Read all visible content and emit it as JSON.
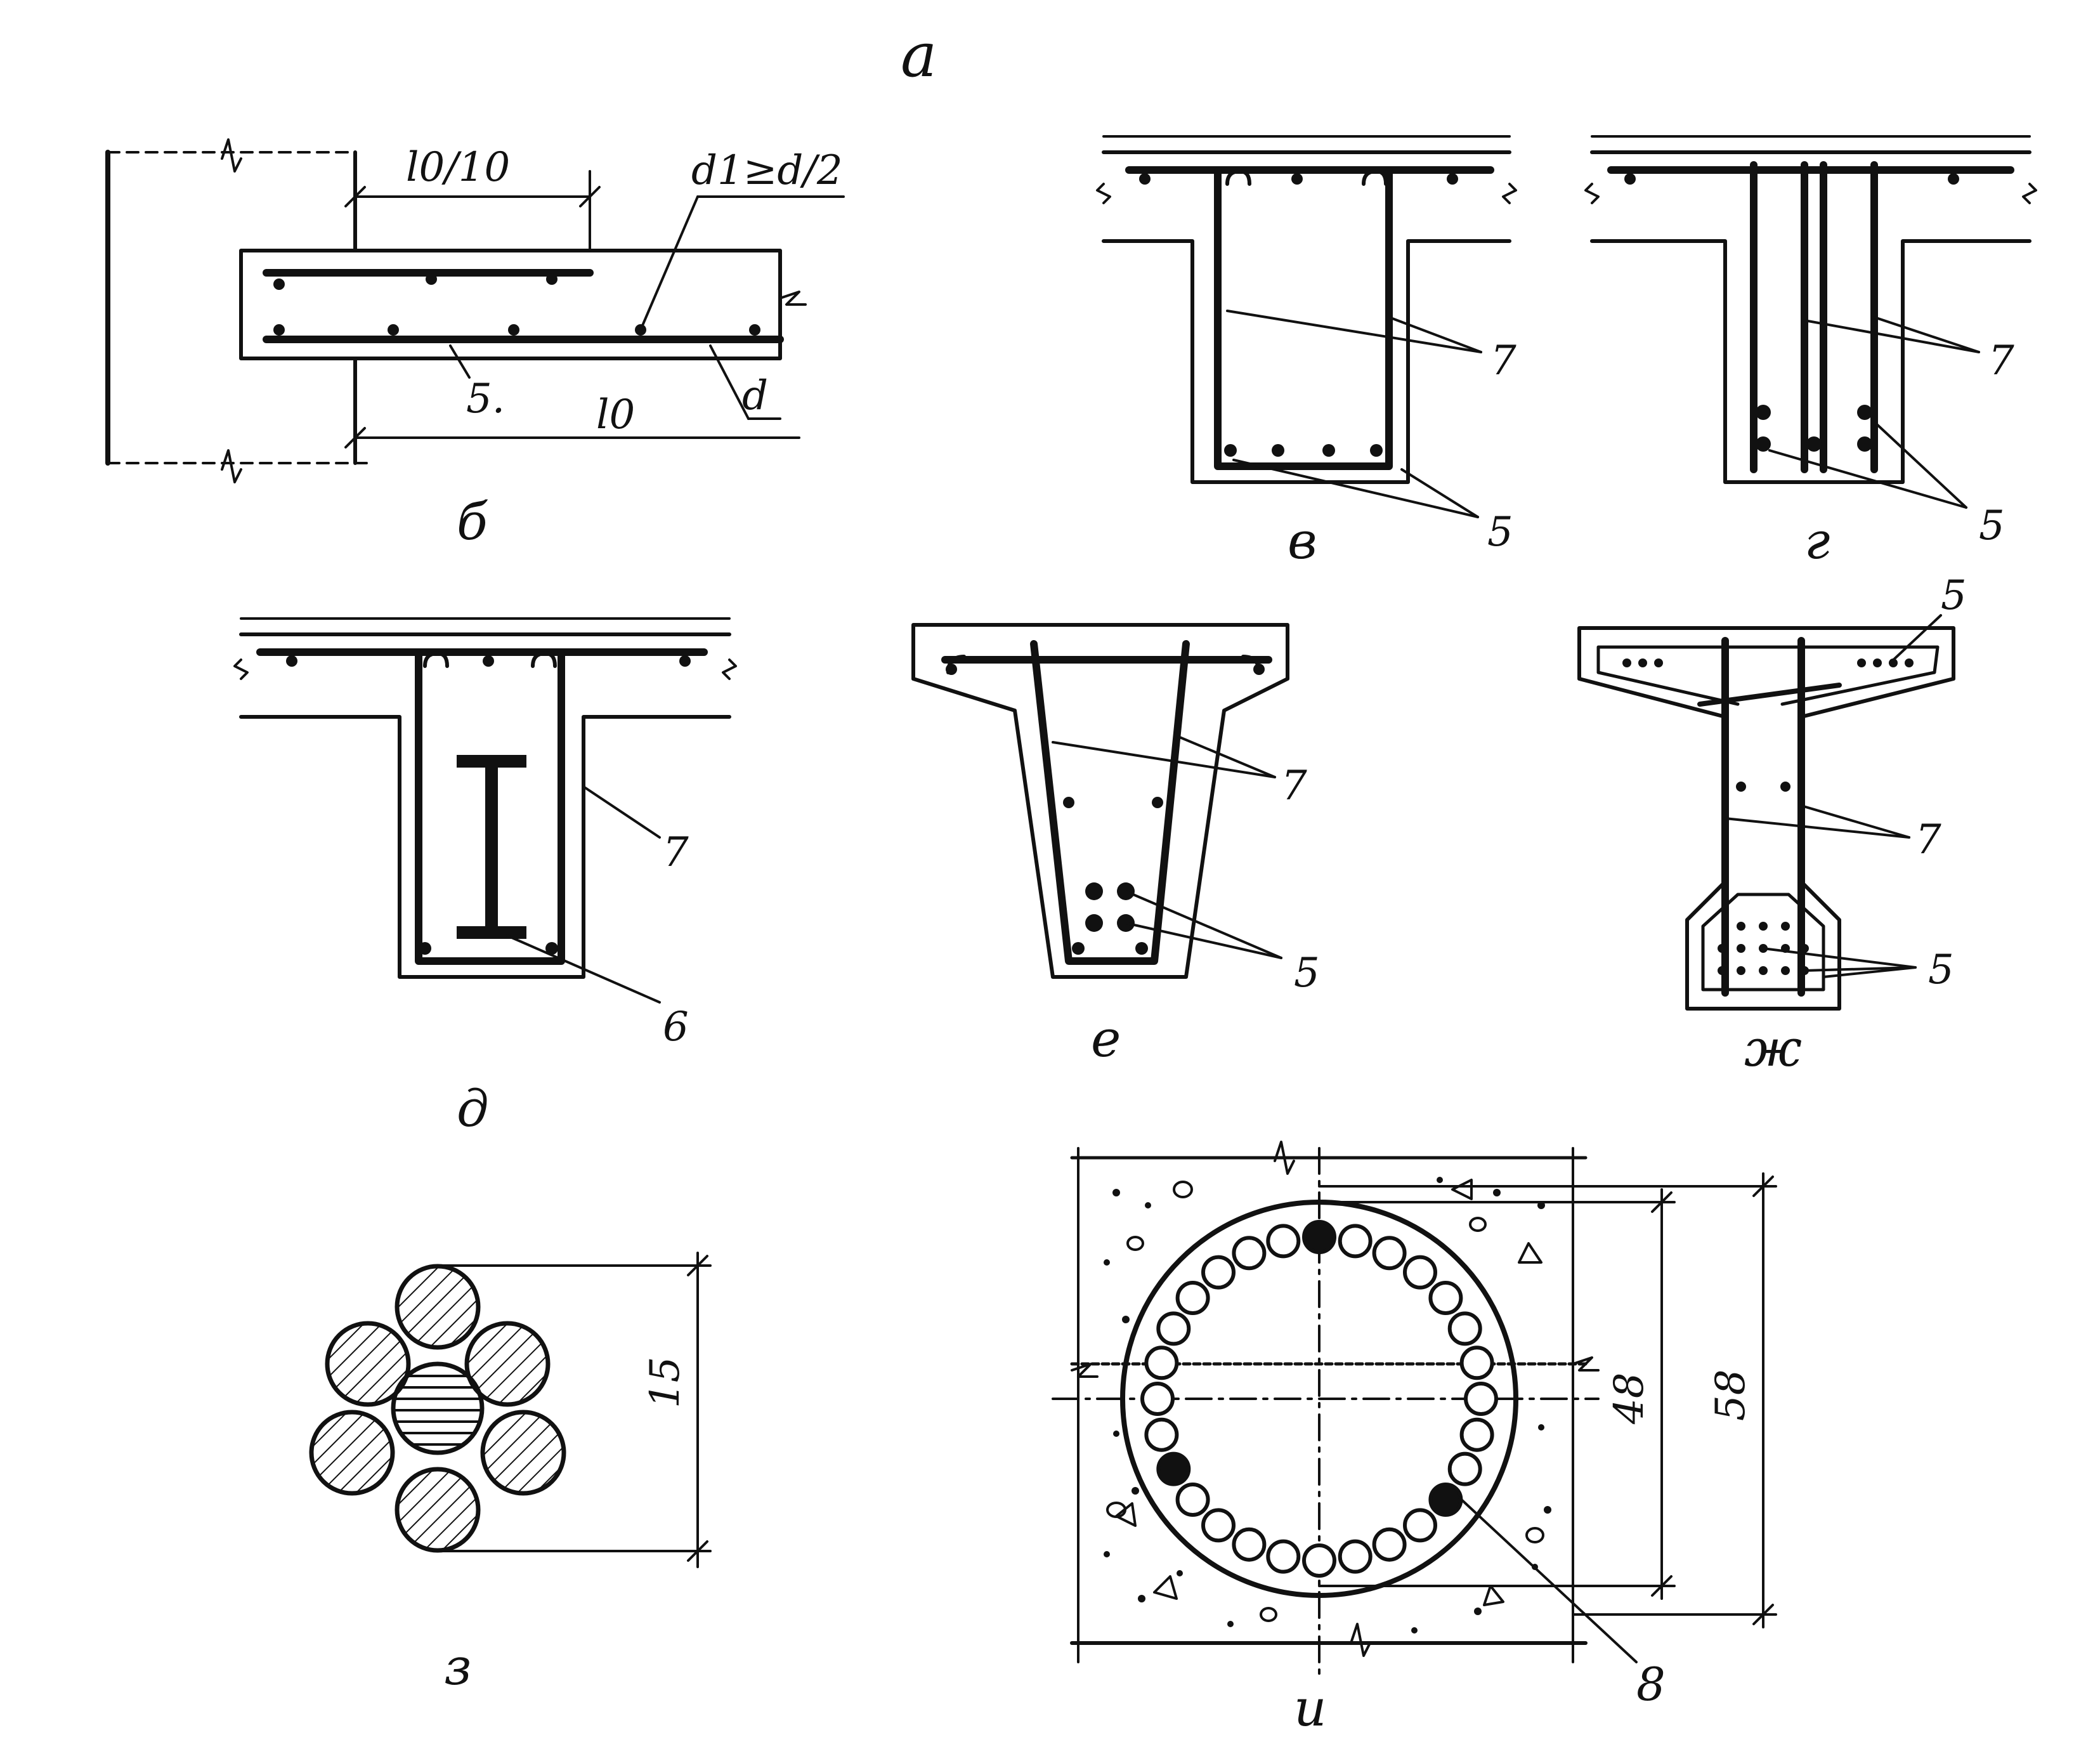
{
  "labels": {
    "a": "а",
    "b": "б",
    "v": "в",
    "g": "г",
    "d": "д",
    "e": "е",
    "zh": "ж",
    "z": "з",
    "i": "и"
  },
  "panel_b": {
    "dim_l0_10": "l0/10",
    "dim_l0": "l0",
    "note_d1": "d1≥d/2",
    "note_d": "d",
    "callout": "5."
  },
  "callouts": {
    "five": "5",
    "seven": "7",
    "six": "6",
    "eight": "8"
  },
  "dims": {
    "strand": "15",
    "inner": "48",
    "outer": "58"
  }
}
